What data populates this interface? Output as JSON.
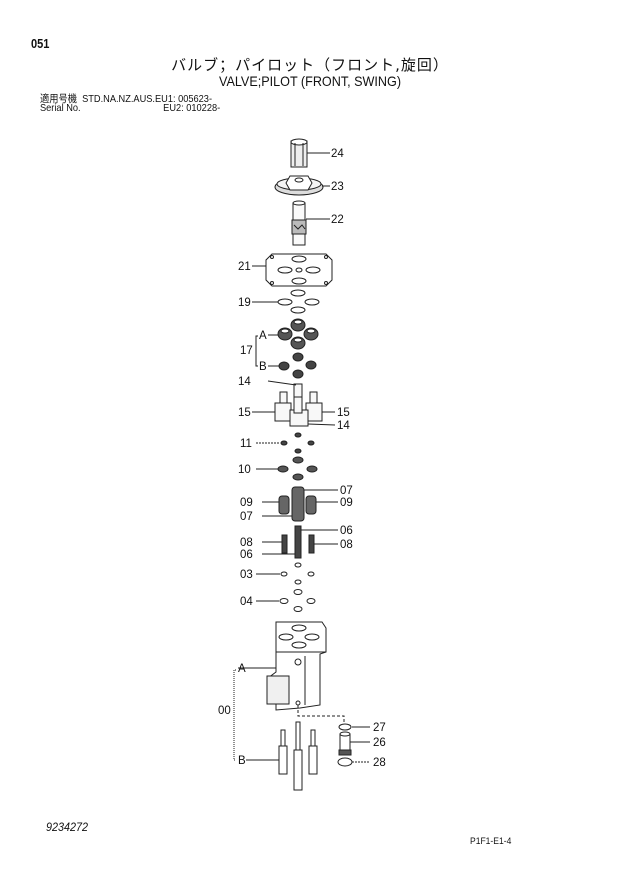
{
  "header": {
    "page_number": "051",
    "title_jp": "バルブ；パイロット（フロント,旋回）",
    "title_en": "VALVE;PILOT (FRONT, SWING)",
    "serial_line1_label": "適用号機",
    "serial_line1_value": "STD.NA.NZ.AUS.EU1: 005623-",
    "serial_line2_label": "Serial No.",
    "serial_line2_value": "EU2: 010228-"
  },
  "callouts": {
    "p24": "24",
    "p23": "23",
    "p22": "22",
    "p21": "21",
    "p19": "19",
    "p17": "17",
    "p17A": "A",
    "p17B": "B",
    "p14a": "14",
    "p15L": "15",
    "p15R": "15",
    "p14b": "14",
    "p11": "11",
    "p10": "10",
    "p07R": "07",
    "p09L": "09",
    "p09R": "09",
    "p07L": "07",
    "p06R": "06",
    "p08L": "08",
    "p08R": "08",
    "p06L": "06",
    "p03": "03",
    "p04": "04",
    "p00": "00",
    "p00A": "A",
    "p00B": "B",
    "p27": "27",
    "p26": "26",
    "p28": "28"
  },
  "footer": {
    "drawing_number": "9234272",
    "page_code": "P1F1-E1-4"
  }
}
